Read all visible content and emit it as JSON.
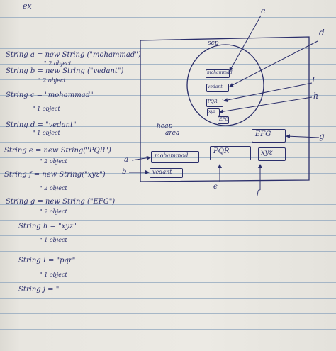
{
  "header": {
    "title": "ex"
  },
  "code": [
    {
      "stmt": "String a = new String (\"mohammad\")",
      "note": "\" 2 object"
    },
    {
      "stmt": "String b = new String (\"vedant\")",
      "note": "\" 2 object"
    },
    {
      "stmt": "String c = \"mohammad\"",
      "note": "\" 1 object"
    },
    {
      "stmt": "String d = \"vedant\"",
      "note": "\" 1 object"
    },
    {
      "stmt": "String e = new String(\"PQR\")",
      "note": "\" 2 object"
    },
    {
      "stmt": "String f = new String(\"xyz\")",
      "note": "\" 2 object"
    },
    {
      "stmt": "String g = new String (\"EFG\")",
      "note": "\" 2 object"
    },
    {
      "stmt": "String h = \"xyz\"",
      "note": "\" 1 object"
    },
    {
      "stmt": "String I = \"pqr\"",
      "note": "\" 1 object"
    },
    {
      "stmt": "String j = \"",
      "note": ""
    }
  ],
  "diagram": {
    "scp_label": "scp",
    "heap_label": [
      "heap",
      "area"
    ],
    "scp_items": [
      "mohammad",
      "vedant",
      "PQR",
      "xyz",
      "EFG"
    ],
    "heap_items": [
      "mohammad",
      "vedant",
      "PQR",
      "xyz",
      "EFG"
    ],
    "ref_labels": {
      "a": "a",
      "b": "b",
      "c": "c",
      "d": "d",
      "e": "e",
      "f": "f",
      "g": "g",
      "h": "h",
      "I": "I"
    }
  }
}
